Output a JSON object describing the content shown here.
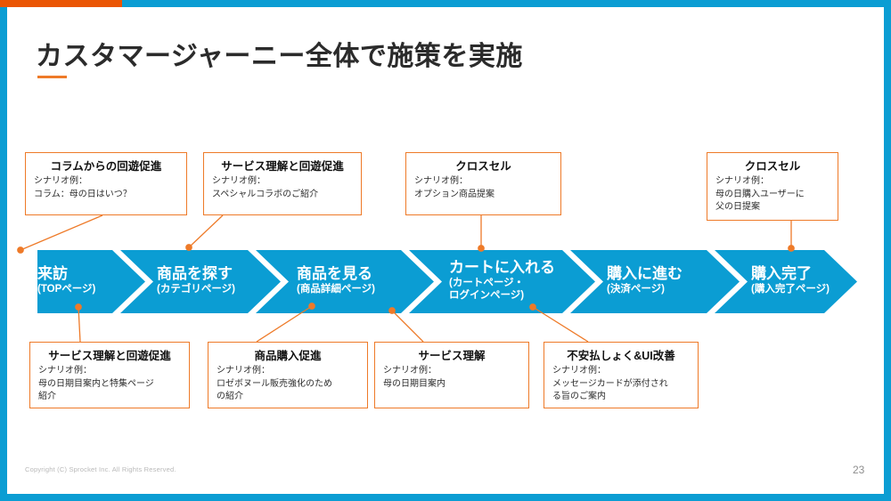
{
  "slide": {
    "title": "カスタマージャーニー全体で施策を実施",
    "copyright": "Copyright (C) Sprocket Inc. All Rights Reserved.",
    "page_number": "23",
    "colors": {
      "accent_orange": "#ea5504",
      "callout_orange": "#ee7a28",
      "chevron_blue": "#0b9dd3",
      "title_text": "#2b2b2b",
      "footer_text": "#b9b9b9"
    }
  },
  "journey": {
    "stages": [
      {
        "title": "来訪",
        "subtitle": "(TOPページ)"
      },
      {
        "title": "商品を探す",
        "subtitle": "(カテゴリページ)"
      },
      {
        "title": "商品を見る",
        "subtitle": "(商品詳細ページ)"
      },
      {
        "title": "カートに入れる",
        "subtitle_line1": "(カートページ・",
        "subtitle_line2": "ログインページ)"
      },
      {
        "title": "購入に進む",
        "subtitle": "(決済ページ)"
      },
      {
        "title": "購入完了",
        "subtitle": "(購入完了ページ)"
      }
    ]
  },
  "callouts_top": [
    {
      "title": "コラムからの回遊促進",
      "lead": "シナリオ例：",
      "body_line1": "コラム：母の日はいつ？",
      "body_line2": ""
    },
    {
      "title": "サービス理解と回遊促進",
      "lead": "シナリオ例：",
      "body_line1": "スペシャルコラボのご紹介",
      "body_line2": ""
    },
    {
      "title": "クロスセル",
      "lead": "シナリオ例：",
      "body_line1": "オプション商品提案",
      "body_line2": ""
    },
    {
      "title": "クロスセル",
      "lead": "シナリオ例：",
      "body_line1": "母の日購入ユーザーに",
      "body_line2": "父の日提案"
    }
  ],
  "callouts_bottom": [
    {
      "title": "サービス理解と回遊促進",
      "lead": "シナリオ例：",
      "body_line1": "母の日期目案内と特集ページ",
      "body_line2": "紹介"
    },
    {
      "title": "商品購入促進",
      "lead": "シナリオ例：",
      "body_line1": "ロゼボヌール販売強化のため",
      "body_line2": "の紹介"
    },
    {
      "title": "サービス理解",
      "lead": "シナリオ例：",
      "body_line1": "母の日期目案内",
      "body_line2": ""
    },
    {
      "title": "不安払しょく&UI改善",
      "lead": "シナリオ例：",
      "body_line1": "メッセージカードが添付され",
      "body_line2": "る旨のご案内"
    }
  ]
}
